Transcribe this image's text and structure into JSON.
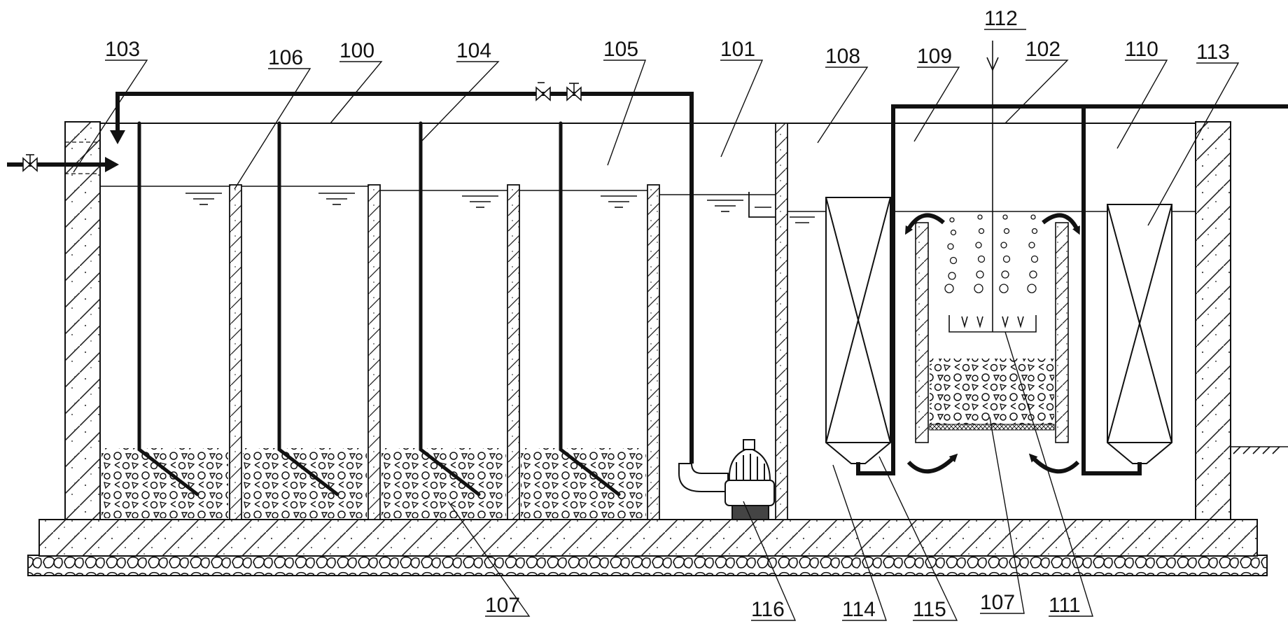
{
  "labels": {
    "l100": "100",
    "l101": "101",
    "l102": "102",
    "l103": "103",
    "l104": "104",
    "l105": "105",
    "l106": "106",
    "l107a": "107",
    "l107b": "107",
    "l108": "108",
    "l109": "109",
    "l110": "110",
    "l111": "111",
    "l112": "112",
    "l113": "113",
    "l114": "114",
    "l115": "115",
    "l116": "116"
  },
  "colors": {
    "line": "#111111",
    "background": "#ffffff"
  }
}
